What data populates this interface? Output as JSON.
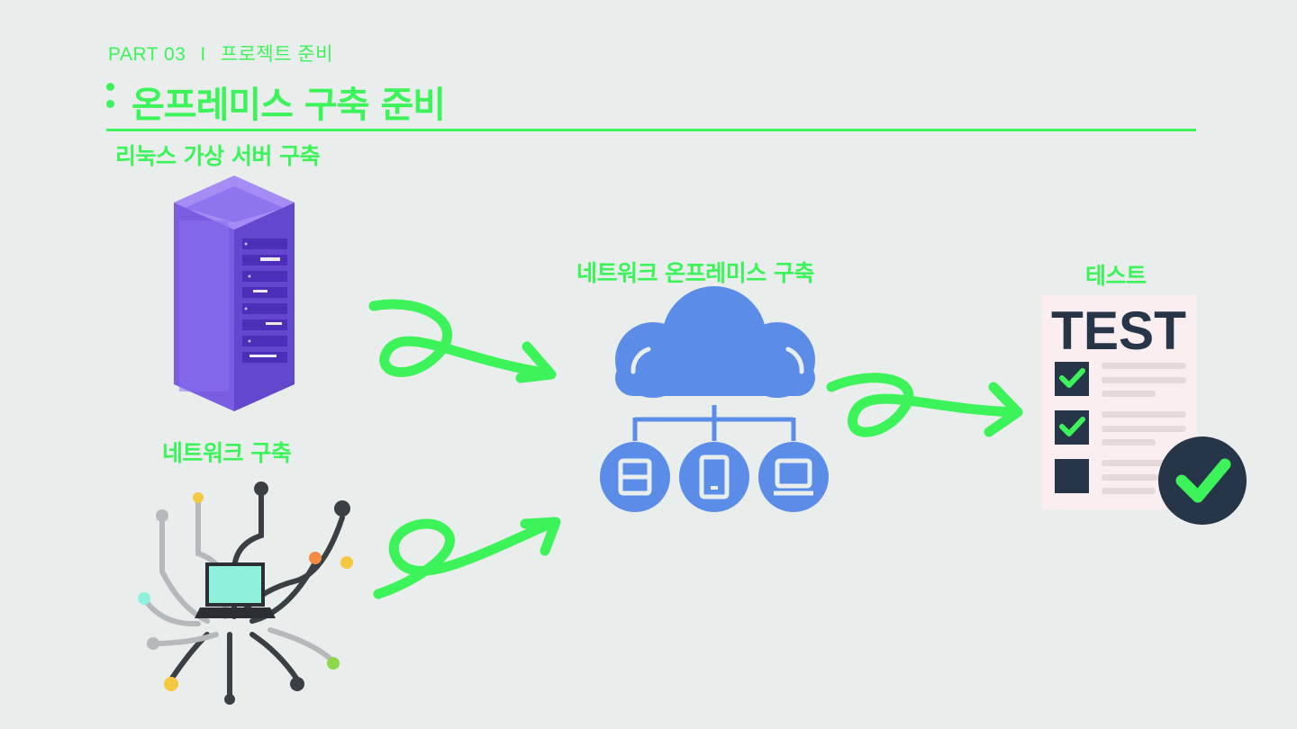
{
  "header": {
    "part": "PART 03",
    "separator": "I",
    "part_title": "프로젝트 준비",
    "title": "온프레미스 구축 준비"
  },
  "sections": {
    "linux": "리눅스 가상 서버 구축",
    "network": "네트워크 구축",
    "onprem": "네트워크 온프레미스 구축",
    "test": "테스트"
  },
  "test_card": {
    "heading": "TEST"
  },
  "icons": [
    "server-rack-icon",
    "network-tree-icon",
    "cloud-network-icon",
    "test-checklist-icon",
    "check-badge-icon"
  ],
  "colors": {
    "accent": "#3df35a",
    "background": "#e9eeec",
    "server": "#8466e8",
    "cloud": "#5b8de8",
    "navy": "#263548",
    "check": "#3df35a"
  }
}
